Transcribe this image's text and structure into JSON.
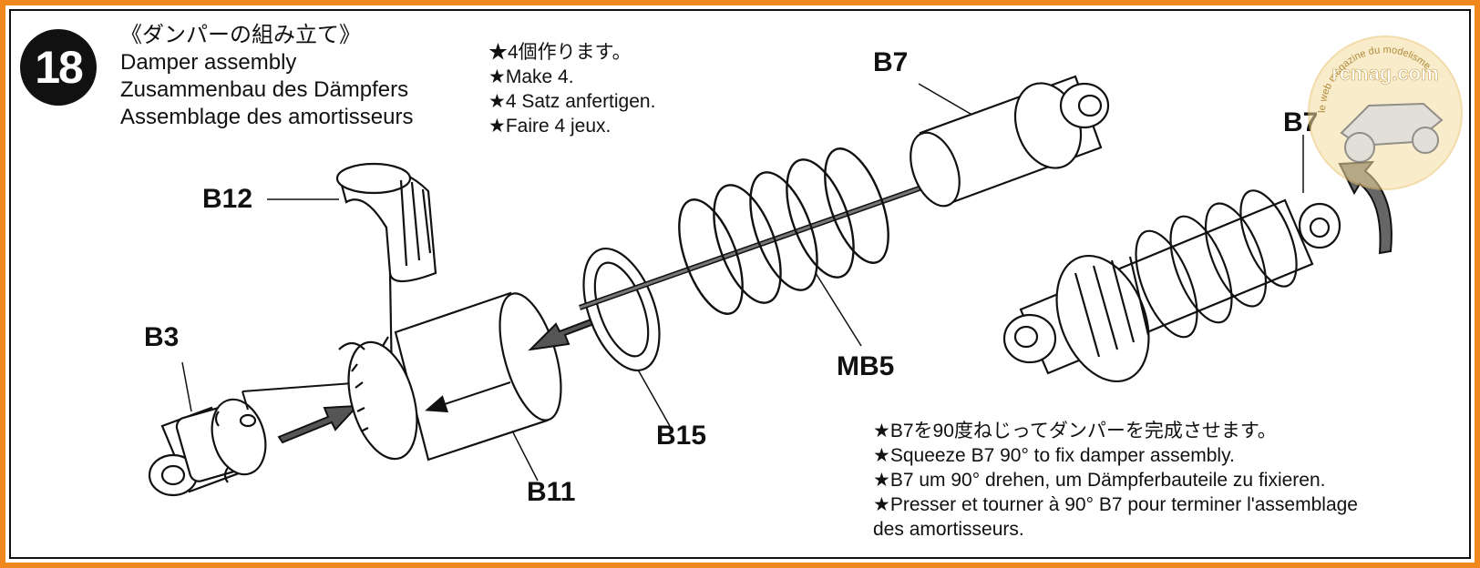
{
  "step": {
    "number": "18"
  },
  "title": {
    "jp": "《ダンパーの組み立て》",
    "en": "Damper assembly",
    "de": "Zusammenbau des Dämpfers",
    "fr": "Assemblage des amortisseurs"
  },
  "make_note": {
    "jp": "★4個作ります。",
    "en": "★Make 4.",
    "de": "★4 Satz anfertigen.",
    "fr": "★Faire 4 jeux."
  },
  "part_labels": {
    "b12": "B12",
    "b3": "B3",
    "b11": "B11",
    "b15": "B15",
    "mb5": "MB5",
    "b7_top": "B7",
    "b7_right": "B7"
  },
  "instruction": {
    "jp": "★B7を90度ねじってダンパーを完成させます。",
    "en": "★Squeeze B7 90° to fix damper assembly.",
    "de": "★B7 um 90° drehen, um Dämpferbauteile zu fixieren.",
    "fr_line1": "★Presser et tourner à 90° B7 pour terminer l'assemblage",
    "fr_line2": "des amortisseurs."
  },
  "watermark": {
    "brand": "rcmag.com",
    "tagline": "le web magazine du modelisme"
  },
  "colors": {
    "frame": "#f0881e",
    "line": "#111111",
    "watermark": "#e8c06a"
  }
}
